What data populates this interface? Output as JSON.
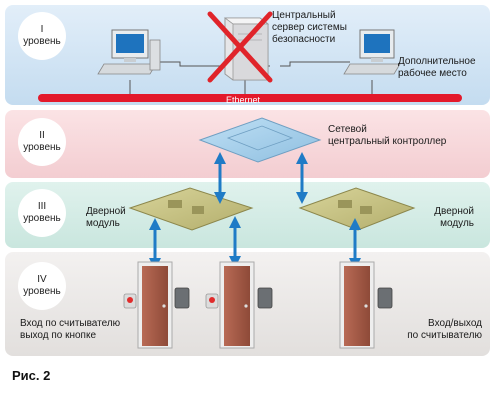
{
  "levels": [
    {
      "roman": "I",
      "word": "уровень"
    },
    {
      "roman": "II",
      "word": "уровень"
    },
    {
      "roman": "III",
      "word": "уровень"
    },
    {
      "roman": "IV",
      "word": "уровень"
    }
  ],
  "labels": {
    "central_server": [
      "Центральный",
      "сервер системы",
      "безопасности"
    ],
    "extra_workstation": [
      "Дополнительное",
      "рабочее место"
    ],
    "ethernet": "Ethernet",
    "network_controller": [
      "Сетевой",
      "центральный контроллер"
    ],
    "door_module_left": [
      "Дверной",
      "модуль"
    ],
    "door_module_right": [
      "Дверной",
      "модуль"
    ],
    "entry_left": [
      "Вход по считывателю",
      "выход по кнопке"
    ],
    "entry_right": [
      "Вход/выход",
      "по считывателю"
    ]
  },
  "caption": "Рис. 2",
  "colors": {
    "level1": "#cfe2f3",
    "level2": "#f8d7da",
    "level3": "#d4ece6",
    "level4": "#ebe9e8",
    "ethernet_bus": "#e3192b",
    "arrow": "#1f7bc6",
    "cross": "#e0242a"
  }
}
